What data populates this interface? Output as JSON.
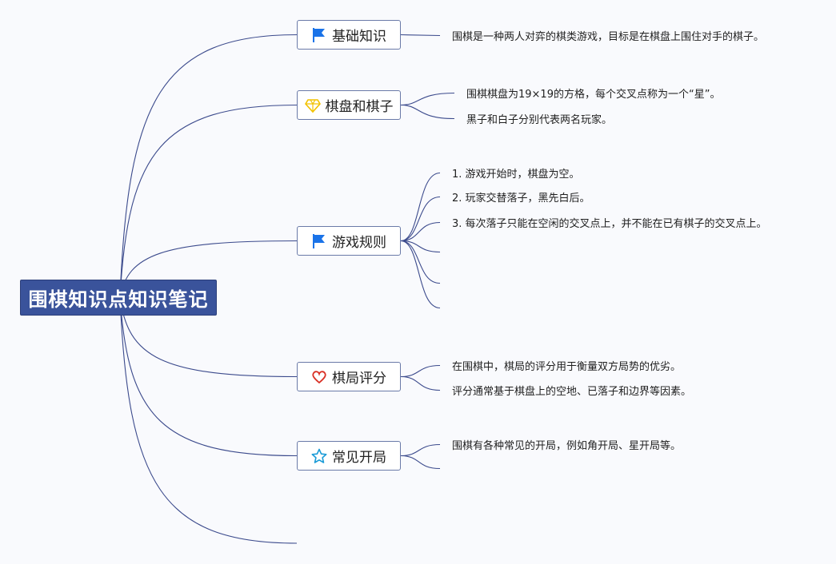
{
  "root": {
    "title": "围棋知识点知识笔记"
  },
  "topics": [
    {
      "label": "基础知识",
      "icon": "flag-icon",
      "color": "#1a73e8",
      "notes": [
        "围棋是一种两人对弈的棋类游戏，目标是在棋盘上围住对手的棋子。"
      ]
    },
    {
      "label": "棋盘和棋子",
      "icon": "diamond-icon",
      "color": "#f2c200",
      "notes": [
        "围棋棋盘为19×19的方格，每个交叉点称为一个“星”。",
        "黑子和白子分别代表两名玩家。"
      ]
    },
    {
      "label": "游戏规则",
      "icon": "flag-icon",
      "color": "#1a73e8",
      "notes": [
        "1. 游戏开始时，棋盘为空。",
        "2. 玩家交替落子，黑先白后。",
        "3. 每次落子只能在空闲的交叉点上，并不能在已有棋子的交叉点上。",
        "",
        "",
        ""
      ]
    },
    {
      "label": "棋局评分",
      "icon": "heart-icon",
      "color": "#d93025",
      "notes": [
        "在围棋中，棋局的评分用于衡量双方局势的优劣。",
        "评分通常基于棋盘上的空地、已落子和边界等因素。"
      ]
    },
    {
      "label": "常见开局",
      "icon": "star-icon",
      "color": "#1a9bd7",
      "notes": [
        "围棋有各种常见的开局，例如角开局、星开局等。",
        ""
      ]
    }
  ]
}
